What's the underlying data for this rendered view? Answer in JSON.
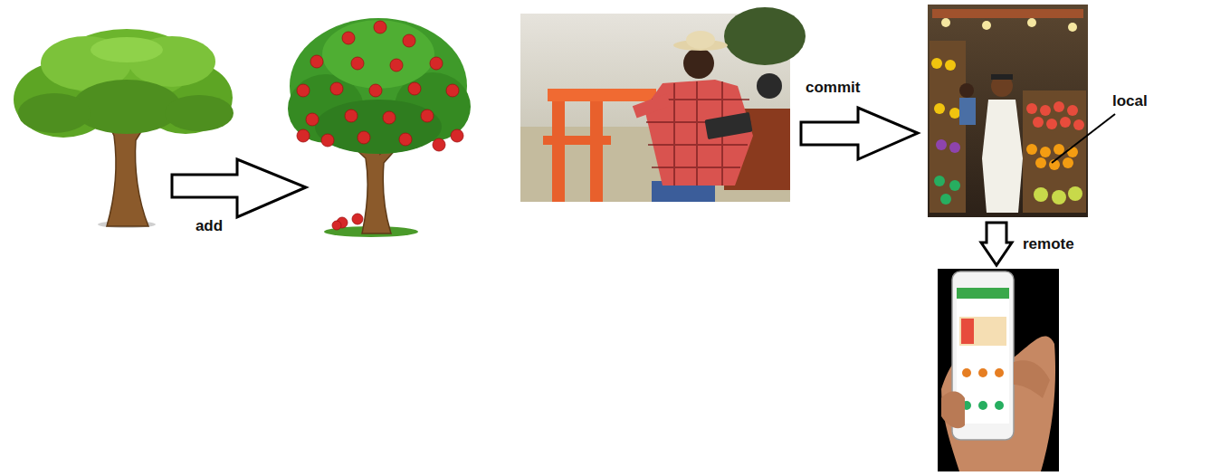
{
  "diagram": {
    "labels": [
      "add",
      "commit",
      "local",
      "remote"
    ]
  }
}
